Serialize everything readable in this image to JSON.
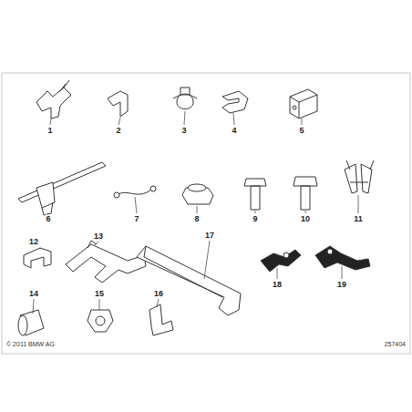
{
  "diagram": {
    "labels": [
      "1",
      "2",
      "3",
      "4",
      "5",
      "6",
      "7",
      "8",
      "9",
      "10",
      "11",
      "12",
      "13",
      "14",
      "15",
      "16",
      "17",
      "18",
      "19",
      "© 2011 BMW AG",
      "257404"
    ]
  }
}
